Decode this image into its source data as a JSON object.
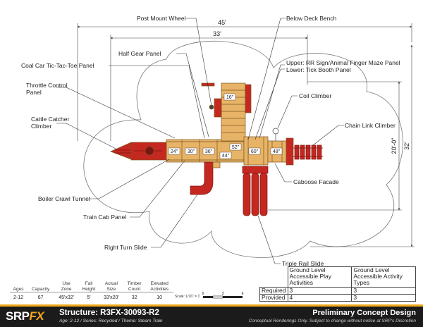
{
  "labels": {
    "post_mount_wheel": "Post Mount Wheel",
    "below_deck_bench": "Below Deck Bench",
    "half_gear_panel": "Half Gear Panel",
    "coal_car_ttt": "Coal Car Tic-Tac-Toe Panel",
    "upper_panel": "Upper: RR Sign/Animal Finger Maze Panel",
    "lower_panel": "Lower: Tick Booth Panel",
    "throttle_l1": "Throttle Control",
    "throttle_l2": "Panel",
    "coil_climber": "Coil Climber",
    "cattle_l1": "Cattle Catcher",
    "cattle_l2": "Climber",
    "chain_link": "Chain Link Climber",
    "caboose": "Caboose Facade",
    "boiler_tunnel": "Boiler Crawl Tunnel",
    "train_cab": "Train Cab Panel",
    "right_turn_slide": "Right Turn Slide",
    "triple_rail_slide": "Triple Rail Slide"
  },
  "dimensions": {
    "overall_width": "45'",
    "structure_width": "33'",
    "structure_depth": "20'-0\"",
    "overall_depth": "32'"
  },
  "deck_heights": [
    "16\"",
    "24\"",
    "30\"",
    "36\"",
    "44\"",
    "52\"",
    "60\"",
    "48\""
  ],
  "specs": {
    "headers": [
      [
        "Ages"
      ],
      [
        "Capacity"
      ],
      [
        "Use",
        "Zone"
      ],
      [
        "Fall",
        "Height"
      ],
      [
        "Actual",
        "Size"
      ],
      [
        "Timber",
        "Count"
      ],
      [
        "Elevated",
        "Activities"
      ]
    ],
    "values": [
      "2-12",
      "67",
      "45'x32'",
      "5'",
      "33'x20'",
      "32",
      "10"
    ]
  },
  "scale": {
    "label": "Scale: 1/16\" = 1'",
    "ticks": [
      "0",
      "3",
      "6"
    ]
  },
  "activities": {
    "headers": [
      "Ground Level Accessible Play Activities",
      "Ground Level Accessible Activity Types"
    ],
    "rows": [
      {
        "label": "Required",
        "play": "3",
        "types": "3"
      },
      {
        "label": "Provided",
        "play": "4",
        "types": "3"
      }
    ]
  },
  "footer": {
    "logo_main": "SRP",
    "logo_accent": "FX",
    "structure": "Structure: R3FX-30093-R2",
    "subline": "Age: 2-12 / Series: Recycled / Theme: Steam Train",
    "title": "Preliminary Concept Design",
    "disclaimer": "Conceptual Renderings Only. Subject to change without notice at SRP's Discretion"
  },
  "colors": {
    "deck": "#e7b366",
    "deck_stroke": "#7a5520",
    "red": "#c42820",
    "dark_red": "#7a1510",
    "accent": "#f2a81d",
    "footer_bg": "#1b1b1b"
  }
}
